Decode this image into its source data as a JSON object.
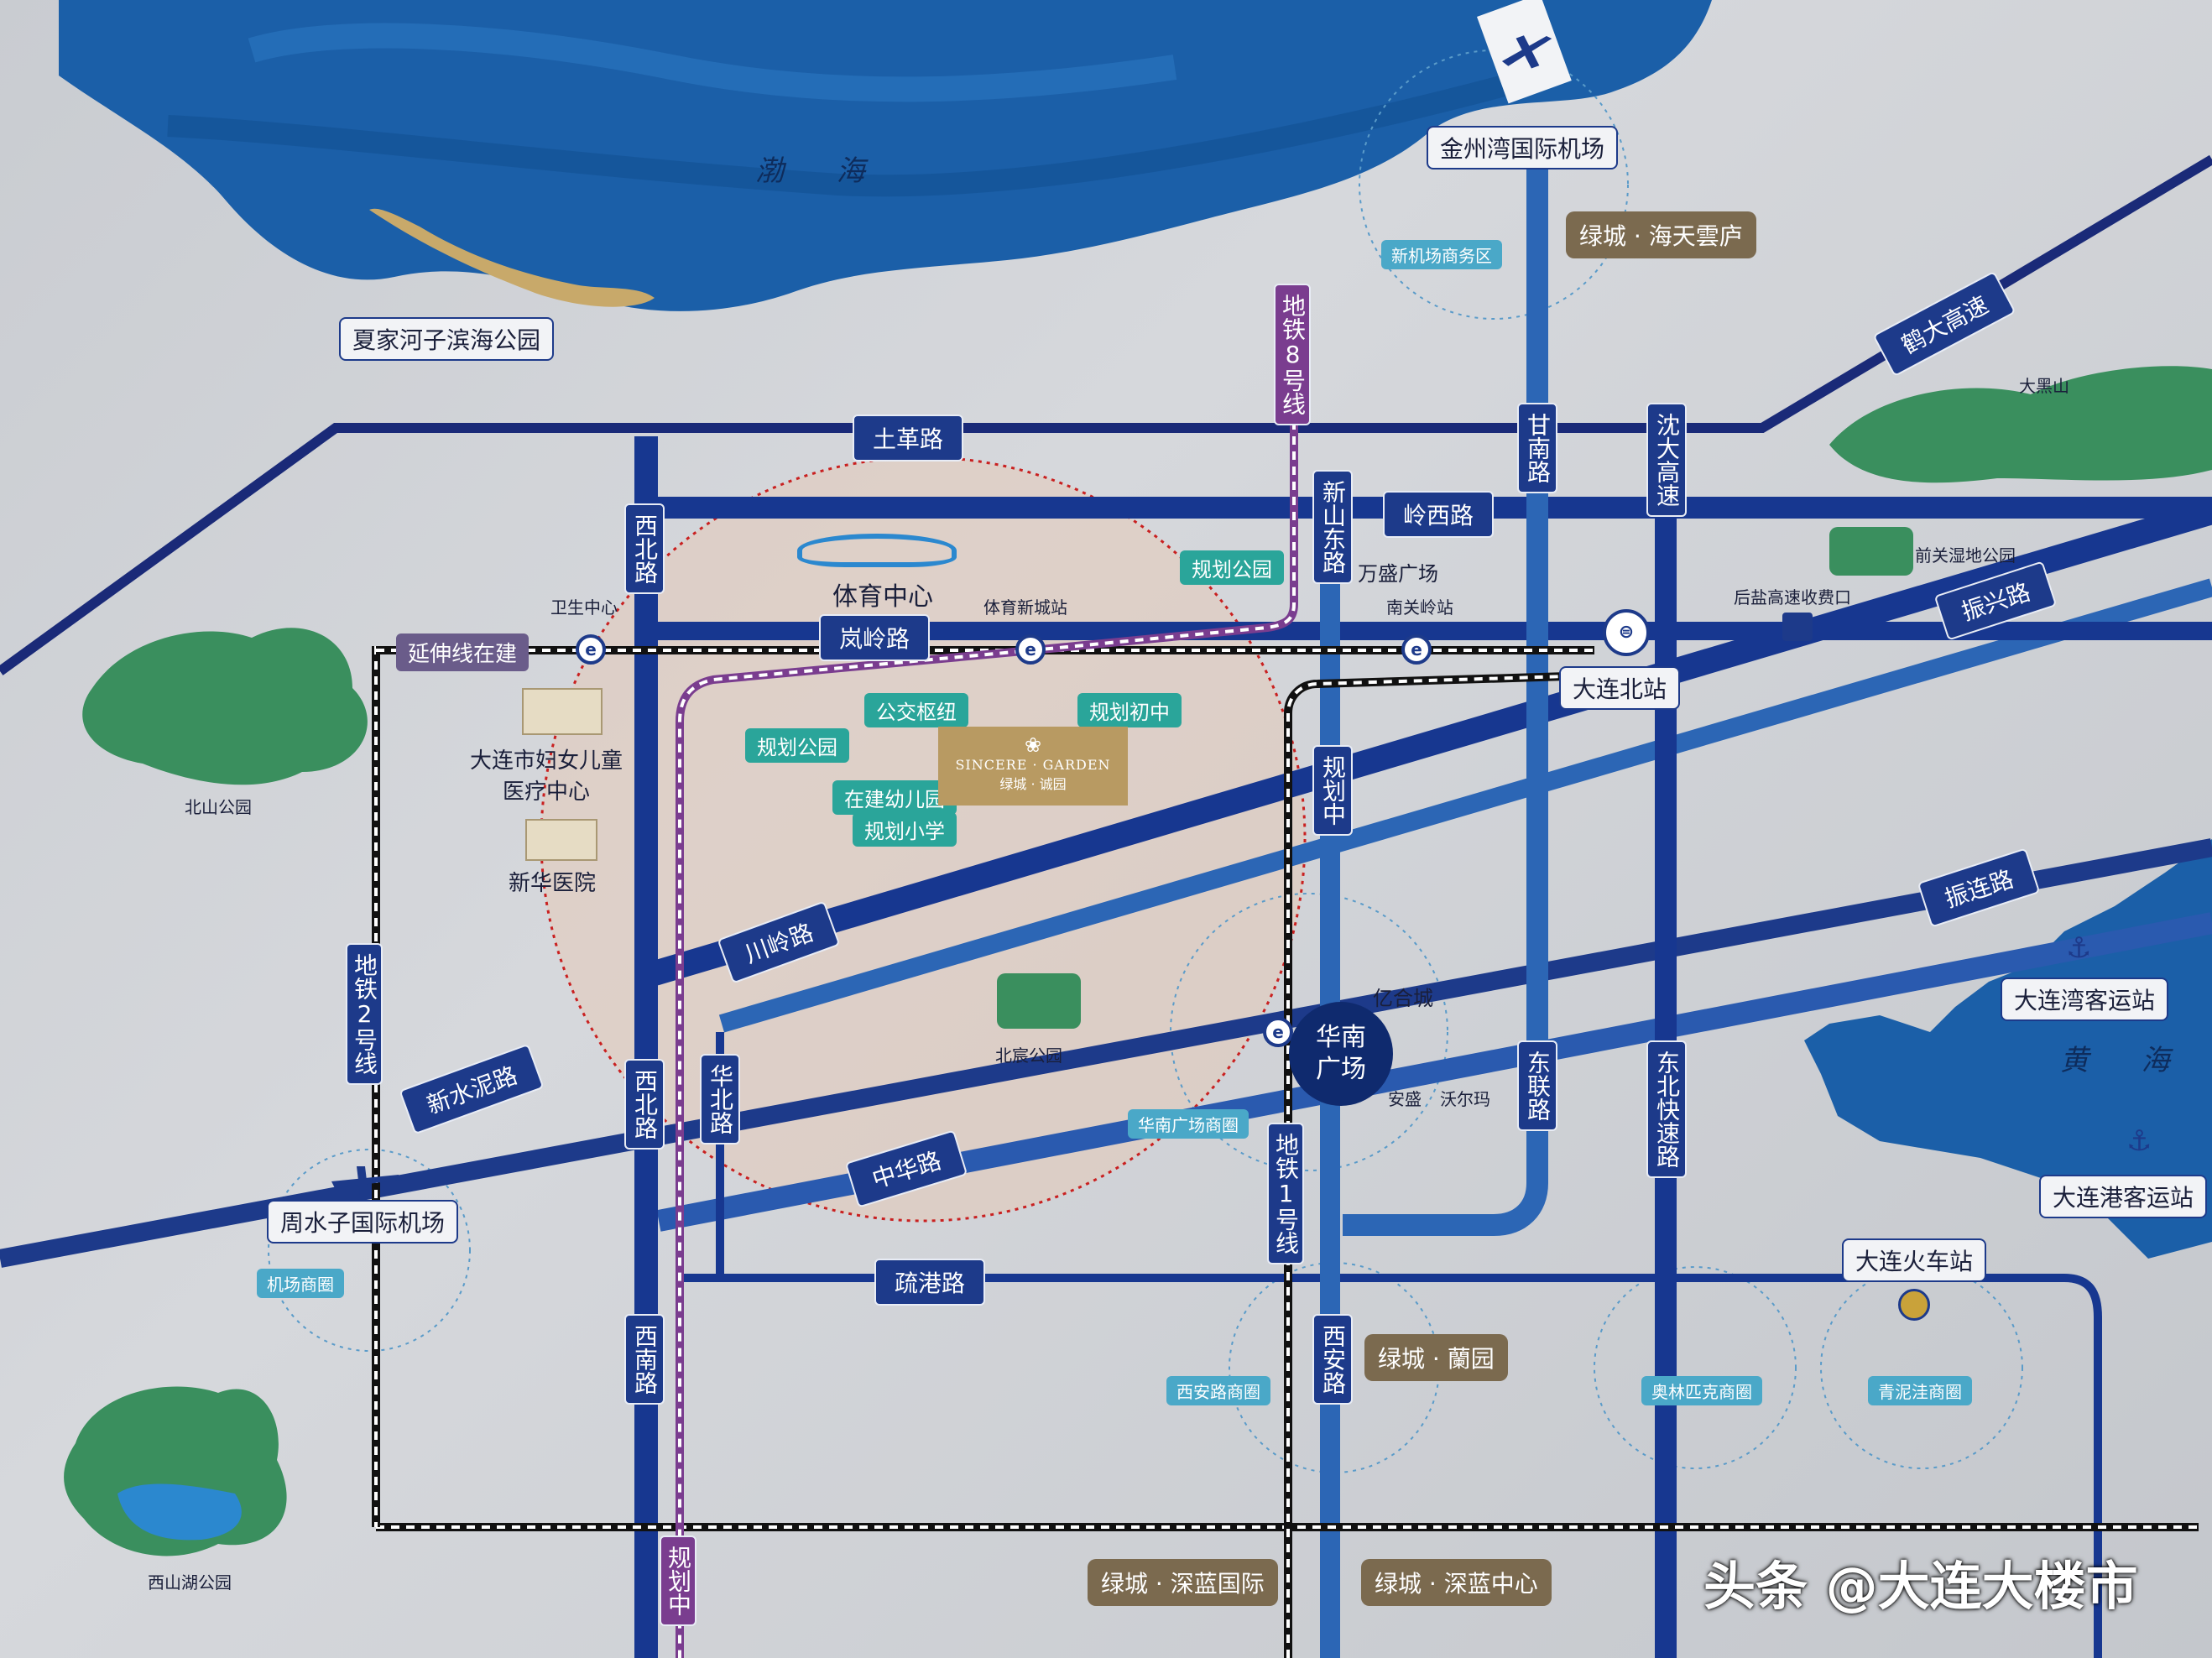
{
  "water": {
    "bohai": "渤  海",
    "huanghai": "黄  海"
  },
  "roads_h": {
    "tuge": "土革路",
    "lingxi": "岭西路",
    "lanling": "岚岭路",
    "shugang": "疏港路"
  },
  "roads_v": {
    "xibei_top": "西北路",
    "xibei_mid": "西北路",
    "xinshan_dong": "新山东路",
    "gannan": "甘南路",
    "shenda": "沈大高速",
    "huabei": "华北路",
    "xinan_left": "西南路",
    "xian": "西安路",
    "donglian": "东联路",
    "dongbei_kuaisu": "东北快速路",
    "guihua_zhong": "规划中"
  },
  "roads_rot": {
    "heda": "鹤大高速",
    "zhenxing": "振兴路",
    "zhenlian": "振连路",
    "chuanling": "川岭路",
    "xinshuini": "新水泥路",
    "zhonghua": "中华路"
  },
  "metro": {
    "line8": "地铁8号线",
    "line2": "地铁2号线",
    "line1": "地铁1号线",
    "planned": "规划中",
    "extension": "延伸线在建"
  },
  "places": {
    "jinzhouwan": "金州湾国际机场",
    "xiajiahezi": "夏家河子滨海公园",
    "dalian_north": "大连北站",
    "zhoushuizi": "周水子国际机场",
    "dalianwan_port": "大连湾客运站",
    "dalian_port": "大连港客运站",
    "dalian_train": "大连火车站"
  },
  "projects": {
    "haitian": "绿城 · 海天雲庐",
    "lanyuan": "绿城 · 蘭园",
    "shenlan_intl": "绿城 · 深蓝国际",
    "shenlan_center": "绿城 · 深蓝中心"
  },
  "facilities": {
    "guihua_park1": "规划公园",
    "guihua_park2": "规划公园",
    "gongjiao": "公交枢纽",
    "guihua_chuzhong": "规划初中",
    "kindergarten": "在建幼儿园",
    "primary": "规划小学"
  },
  "zones": {
    "new_airport_biz": "新机场商务区",
    "airport_zone": "机场商圈",
    "huanan_zone": "华南广场商圈",
    "xianlu_zone": "西安路商圈",
    "olympic_zone": "奥林匹克商圈",
    "qingniwa_zone": "青泥洼商圈"
  },
  "poi": {
    "sports_center": "体育中心",
    "sports_newcity_station": "体育新城站",
    "weisheng": "卫生中心",
    "nanguanling": "南关岭站",
    "wansheng": "万盛广场",
    "hospital_women": "大连市妇女儿童\n医疗中心",
    "xinhua_hospital": "新华医院",
    "beishan_park": "北山公园",
    "beichen_park": "北宸公园",
    "yihe": "亿合城",
    "ansheng": "安盛",
    "walmart": "沃尔玛",
    "houyan_toll": "后盐高速收费口",
    "qianguan_wetland": "前关湿地公园",
    "daheishan": "大黑山",
    "xishanhu_park": "西山湖公园",
    "huanan_square": "华南\n广场"
  },
  "logo": {
    "en": "SINCERE · GARDEN",
    "cn": "绿城 · 诚园"
  },
  "watermark": "头条 @大连大楼市"
}
